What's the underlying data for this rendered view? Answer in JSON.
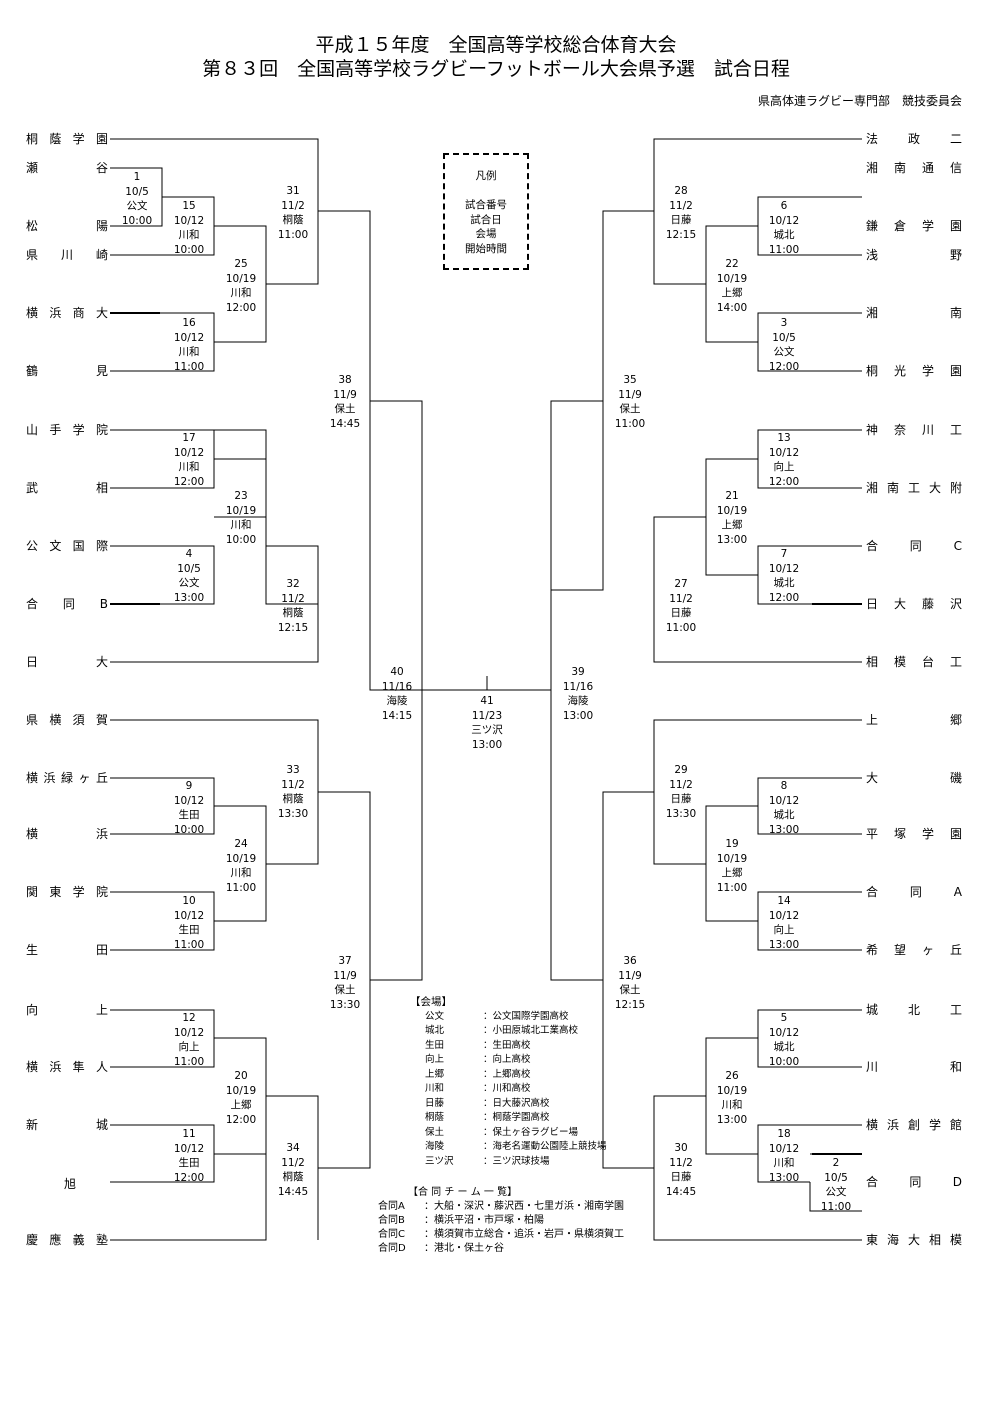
{
  "header": {
    "title1": "平成１５年度　全国高等学校総合体育大会",
    "title2": "第８３回　全国高等学校ラグビーフットボール大会県予選　試合日程",
    "organizer": "県高体連ラグビー専門部　競技委員会"
  },
  "legend": {
    "text": "凡例\n\n試合番号\n試合日\n会場\n開始時間"
  },
  "left_teams": [
    "桐蔭学園",
    "瀬谷",
    "松陽",
    "県川崎",
    "横浜商大",
    "鶴見",
    "山手学院",
    "武相",
    "公文国際",
    "合同B",
    "日大",
    "県横須賀",
    "横浜緑ヶ丘",
    "横浜",
    "関東学院",
    "生田",
    "向上",
    "横浜隼人",
    "新城",
    "旭",
    "慶應義塾"
  ],
  "right_teams": [
    "法政二",
    "湘南通信",
    "鎌倉学園",
    "浅野",
    "湘南",
    "桐光学園",
    "神奈川工",
    "湘南工大附",
    "合同C",
    "日大藤沢",
    "相模台工",
    "上郷",
    "大磯",
    "平塚学園",
    "合同A",
    "希望ヶ丘",
    "城北工",
    "川和",
    "横浜創学館",
    "合同D",
    "東海大相模"
  ],
  "matches": [
    {
      "id": "m1",
      "text": "1\n10/5\n公文\n10:00"
    },
    {
      "id": "m15",
      "text": "15\n10/12\n川和\n10:00"
    },
    {
      "id": "m25",
      "text": "25\n10/19\n川和\n12:00"
    },
    {
      "id": "m16",
      "text": "16\n10/12\n川和\n11:00"
    },
    {
      "id": "m31",
      "text": "31\n11/2\n桐蔭\n11:00"
    },
    {
      "id": "m17",
      "text": "17\n10/12\n川和\n12:00"
    },
    {
      "id": "m23",
      "text": "23\n10/19\n川和\n10:00"
    },
    {
      "id": "m4",
      "text": "4\n10/5\n公文\n13:00"
    },
    {
      "id": "m32",
      "text": "32\n11/2\n桐蔭\n12:15"
    },
    {
      "id": "m38",
      "text": "38\n11/9\n保土\n14:45"
    },
    {
      "id": "m9",
      "text": "9\n10/12\n生田\n10:00"
    },
    {
      "id": "m33",
      "text": "33\n11/2\n桐蔭\n13:30"
    },
    {
      "id": "m24",
      "text": "24\n10/19\n川和\n11:00"
    },
    {
      "id": "m10",
      "text": "10\n10/12\n生田\n11:00"
    },
    {
      "id": "m12",
      "text": "12\n10/12\n向上\n11:00"
    },
    {
      "id": "m20",
      "text": "20\n10/19\n上郷\n12:00"
    },
    {
      "id": "m11",
      "text": "11\n10/12\n生田\n12:00"
    },
    {
      "id": "m34",
      "text": "34\n11/2\n桐蔭\n14:45"
    },
    {
      "id": "m37",
      "text": "37\n11/9\n保土\n13:30"
    },
    {
      "id": "m40",
      "text": "40\n11/16\n海陵\n14:15"
    },
    {
      "id": "m41",
      "text": "41\n11/23\n三ツ沢\n13:00"
    },
    {
      "id": "m39",
      "text": "39\n11/16\n海陵\n13:00"
    },
    {
      "id": "m28",
      "text": "28\n11/2\n日藤\n12:15"
    },
    {
      "id": "m6",
      "text": "6\n10/12\n城北\n11:00"
    },
    {
      "id": "m22",
      "text": "22\n10/19\n上郷\n14:00"
    },
    {
      "id": "m3",
      "text": "3\n10/5\n公文\n12:00"
    },
    {
      "id": "m35",
      "text": "35\n11/9\n保土\n11:00"
    },
    {
      "id": "m13",
      "text": "13\n10/12\n向上\n12:00"
    },
    {
      "id": "m21",
      "text": "21\n10/19\n上郷\n13:00"
    },
    {
      "id": "m7",
      "text": "7\n10/12\n城北\n12:00"
    },
    {
      "id": "m27",
      "text": "27\n11/2\n日藤\n11:00"
    },
    {
      "id": "m29",
      "text": "29\n11/2\n日藤\n13:30"
    },
    {
      "id": "m8",
      "text": "8\n10/12\n城北\n13:00"
    },
    {
      "id": "m19",
      "text": "19\n10/19\n上郷\n11:00"
    },
    {
      "id": "m14",
      "text": "14\n10/12\n向上\n13:00"
    },
    {
      "id": "m36",
      "text": "36\n11/9\n保土\n12:15"
    },
    {
      "id": "m5",
      "text": "5\n10/12\n城北\n10:00"
    },
    {
      "id": "m26",
      "text": "26\n10/19\n川和\n13:00"
    },
    {
      "id": "m18",
      "text": "18\n10/12\n川和\n13:00"
    },
    {
      "id": "m2",
      "text": "2\n10/5\n公文\n11:00"
    },
    {
      "id": "m30",
      "text": "30\n11/2\n日藤\n14:45"
    }
  ],
  "venues": {
    "heading": "【会場】",
    "items": [
      {
        "key": "公文",
        "value": "：公文国際学園高校"
      },
      {
        "key": "城北",
        "value": "：小田原城北工業高校"
      },
      {
        "key": "生田",
        "value": "：生田高校"
      },
      {
        "key": "向上",
        "value": "：向上高校"
      },
      {
        "key": "上郷",
        "value": "：上郷高校"
      },
      {
        "key": "川和",
        "value": "：川和高校"
      },
      {
        "key": "日藤",
        "value": "：日大藤沢高校"
      },
      {
        "key": "桐蔭",
        "value": "：桐蔭学園高校"
      },
      {
        "key": "保土",
        "value": "：保土ヶ谷ラグビー場"
      },
      {
        "key": "海陵",
        "value": "：海老名運動公園陸上競技場"
      },
      {
        "key": "三ツ沢",
        "value": "：三ツ沢球技場"
      }
    ]
  },
  "joint": {
    "heading": "【合 同 チ ー ム 一 覧】",
    "items": [
      {
        "key": "合同A",
        "value": "：大船・深沢・藤沢西・七里ガ浜・湘南学園"
      },
      {
        "key": "合同B",
        "value": "：横浜平沼・市戸塚・柏陽"
      },
      {
        "key": "合同C",
        "value": "：横須賀市立総合・追浜・岩戸・県横須賀工"
      },
      {
        "key": "合同D",
        "value": "：港北・保土ヶ谷"
      }
    ]
  }
}
